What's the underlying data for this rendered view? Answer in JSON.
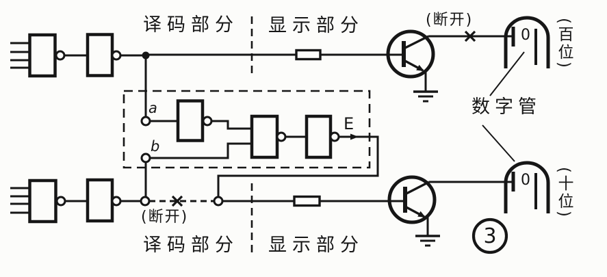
{
  "colors": {
    "ink": "#161616",
    "paper": "#fcfcfa"
  },
  "sections": {
    "top": {
      "decoder": "译码部分",
      "display": "显示部分"
    },
    "bottom": {
      "decoder": "译码部分",
      "display": "显示部分"
    }
  },
  "annotations": {
    "disconnect_top": "(断开)",
    "disconnect_bottom": "(断开)",
    "digital_tube_label": "数字管",
    "hundreds_digit_label": "(百位)",
    "tens_digit_label": "(十位)",
    "figure_number": "3"
  },
  "nodes": {
    "a": "a",
    "b": "b",
    "enable": "E"
  },
  "tubes": {
    "top_digit": "0",
    "bottom_digit": "0"
  }
}
